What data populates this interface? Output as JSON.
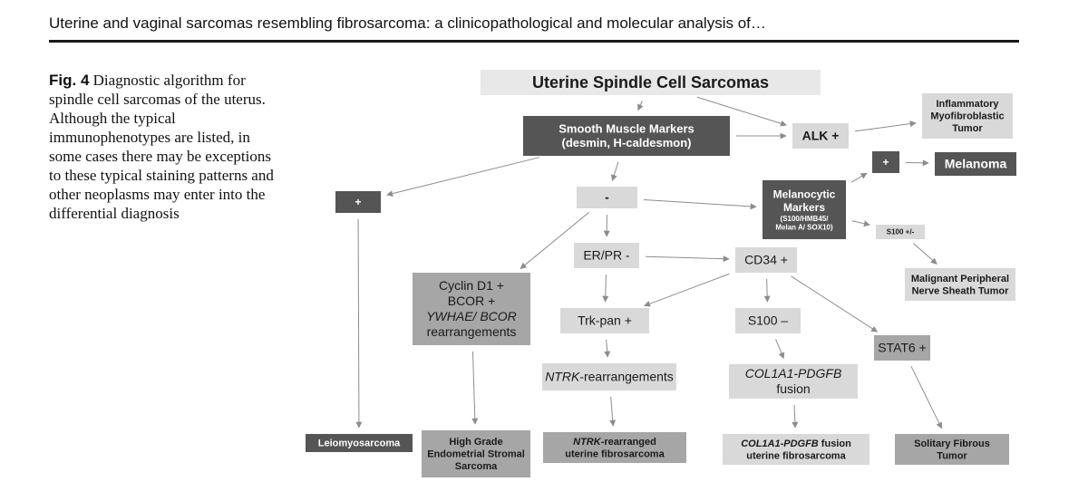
{
  "header": {
    "running_title": "Uterine and vaginal sarcomas resembling fibrosarcoma: a clinicopathological and molecular analysis of…"
  },
  "caption": {
    "label": "Fig. 4",
    "text": "Diagnostic algorithm for spindle cell sarcomas of the uterus. Although the typical immunophenotypes are listed, in some cases there may be exceptions to these typical staining patterns and other neoplasms may enter into the differential diagnosis"
  },
  "colors": {
    "dark": "#555555",
    "mid": "#a6a6a6",
    "light": "#d9d9d9",
    "pale": "#e8e8e8",
    "arrow": "#8c8c8c"
  },
  "diagram": {
    "nodes": [
      {
        "id": "root",
        "fill": "pale",
        "weight": "bold",
        "size": 18,
        "lines": [
          [
            "Uterine Spindle Cell Sarcomas"
          ]
        ]
      },
      {
        "id": "smooth",
        "fill": "dark",
        "weight": "bold",
        "size": 13,
        "lines": [
          [
            "Smooth Muscle Markers"
          ],
          [
            "(desmin, H-caldesmon)"
          ]
        ]
      },
      {
        "id": "alk",
        "fill": "light",
        "weight": "bold",
        "size": 14,
        "lines": [
          [
            "ALK +"
          ]
        ]
      },
      {
        "id": "imt",
        "fill": "light",
        "weight": "bold",
        "size": 11,
        "lines": [
          [
            "Inflammatory"
          ],
          [
            "Myofibroblastic"
          ],
          [
            "Tumor"
          ]
        ]
      },
      {
        "id": "plus_left",
        "fill": "dark",
        "weight": "bold",
        "size": 12,
        "lines": [
          [
            "+"
          ]
        ]
      },
      {
        "id": "neg",
        "fill": "light",
        "weight": "bold",
        "size": 14,
        "lines": [
          [
            "-"
          ]
        ]
      },
      {
        "id": "mel_markers",
        "fill": "dark",
        "weight": "bold",
        "size": 12,
        "lines": [
          [
            "Melanocytic"
          ],
          [
            "Markers"
          ]
        ],
        "sub_size": 8,
        "sub_lines": [
          [
            "(S100/HMB45/"
          ],
          [
            "Melan A/ SOX10)"
          ]
        ]
      },
      {
        "id": "plus_mel",
        "fill": "dark",
        "weight": "bold",
        "size": 12,
        "lines": [
          [
            "+"
          ]
        ]
      },
      {
        "id": "melanoma",
        "fill": "dark",
        "weight": "bold",
        "size": 14,
        "lines": [
          [
            "Melanoma"
          ]
        ]
      },
      {
        "id": "s100pm",
        "fill": "light",
        "weight": "bold",
        "size": 8,
        "lines": [
          [
            "S100 +/-"
          ]
        ]
      },
      {
        "id": "mpnst",
        "fill": "light",
        "weight": "bold",
        "size": 11,
        "lines": [
          [
            "Malignant Peripheral"
          ],
          [
            "Nerve Sheath Tumor"
          ]
        ]
      },
      {
        "id": "erpr",
        "fill": "light",
        "weight": "normal",
        "size": 14,
        "lines": [
          [
            "ER/PR -"
          ]
        ]
      },
      {
        "id": "cd34",
        "fill": "light",
        "weight": "normal",
        "size": 14,
        "lines": [
          [
            "CD34 +"
          ]
        ]
      },
      {
        "id": "cyclin",
        "fill": "mid",
        "weight": "normal",
        "size": 14,
        "lines": [
          [
            "Cyclin D1 +"
          ],
          [
            "BCOR +"
          ],
          [
            "",
            "YWHAE/ BCOR"
          ],
          [
            "rearrangements"
          ]
        ]
      },
      {
        "id": "trk",
        "fill": "light",
        "weight": "normal",
        "size": 14,
        "lines": [
          [
            "Trk-pan +"
          ]
        ]
      },
      {
        "id": "s100neg",
        "fill": "light",
        "weight": "normal",
        "size": 14,
        "lines": [
          [
            "S100 –"
          ]
        ]
      },
      {
        "id": "stat6",
        "fill": "mid",
        "weight": "normal",
        "size": 14,
        "lines": [
          [
            "STAT6 +"
          ]
        ]
      },
      {
        "id": "ntrk",
        "fill": "light",
        "weight": "normal",
        "size": 14,
        "lines": [
          [
            "",
            "NTRK",
            "-rearrangements"
          ]
        ]
      },
      {
        "id": "col1a1",
        "fill": "light",
        "weight": "normal",
        "size": 14,
        "lines": [
          [
            "",
            "COL1A1-PDGFB"
          ],
          [
            "fusion"
          ]
        ]
      },
      {
        "id": "leio",
        "fill": "dark",
        "weight": "bold",
        "size": 11,
        "lines": [
          [
            "Leiomyosarcoma"
          ]
        ]
      },
      {
        "id": "hg",
        "fill": "mid",
        "weight": "bold",
        "size": 11,
        "lines": [
          [
            "High Grade"
          ],
          [
            "Endometrial Stromal"
          ],
          [
            "Sarcoma"
          ]
        ]
      },
      {
        "id": "ntrk_fs",
        "fill": "mid",
        "weight": "bold",
        "size": 11,
        "lines": [
          [
            "",
            "NTRK",
            "-rearranged"
          ],
          [
            "uterine fibrosarcoma"
          ]
        ]
      },
      {
        "id": "col_fs",
        "fill": "light",
        "weight": "bold",
        "size": 11,
        "lines": [
          [
            "",
            "COL1A1-PDGFB",
            " fusion"
          ],
          [
            "uterine fibrosarcoma"
          ]
        ]
      },
      {
        "id": "sft",
        "fill": "mid",
        "weight": "bold",
        "size": 11,
        "lines": [
          [
            "Solitary Fibrous"
          ],
          [
            "Tumor"
          ]
        ]
      }
    ],
    "edges": [
      [
        "root",
        "smooth"
      ],
      [
        "root",
        "alk"
      ],
      [
        "smooth",
        "alk"
      ],
      [
        "alk",
        "imt"
      ],
      [
        "smooth",
        "plus_left"
      ],
      [
        "smooth",
        "neg"
      ],
      [
        "plus_left",
        "leio"
      ],
      [
        "neg",
        "mel_markers"
      ],
      [
        "mel_markers",
        "plus_mel"
      ],
      [
        "plus_mel",
        "melanoma"
      ],
      [
        "mel_markers",
        "s100pm"
      ],
      [
        "s100pm",
        "mpnst"
      ],
      [
        "neg",
        "cyclin"
      ],
      [
        "neg",
        "erpr"
      ],
      [
        "erpr",
        "cd34"
      ],
      [
        "erpr",
        "trk"
      ],
      [
        "cd34",
        "trk"
      ],
      [
        "cd34",
        "s100neg"
      ],
      [
        "cd34",
        "stat6"
      ],
      [
        "trk",
        "ntrk"
      ],
      [
        "s100neg",
        "col1a1"
      ],
      [
        "cyclin",
        "hg"
      ],
      [
        "ntrk",
        "ntrk_fs"
      ],
      [
        "col1a1",
        "col_fs"
      ],
      [
        "stat6",
        "sft"
      ]
    ]
  }
}
